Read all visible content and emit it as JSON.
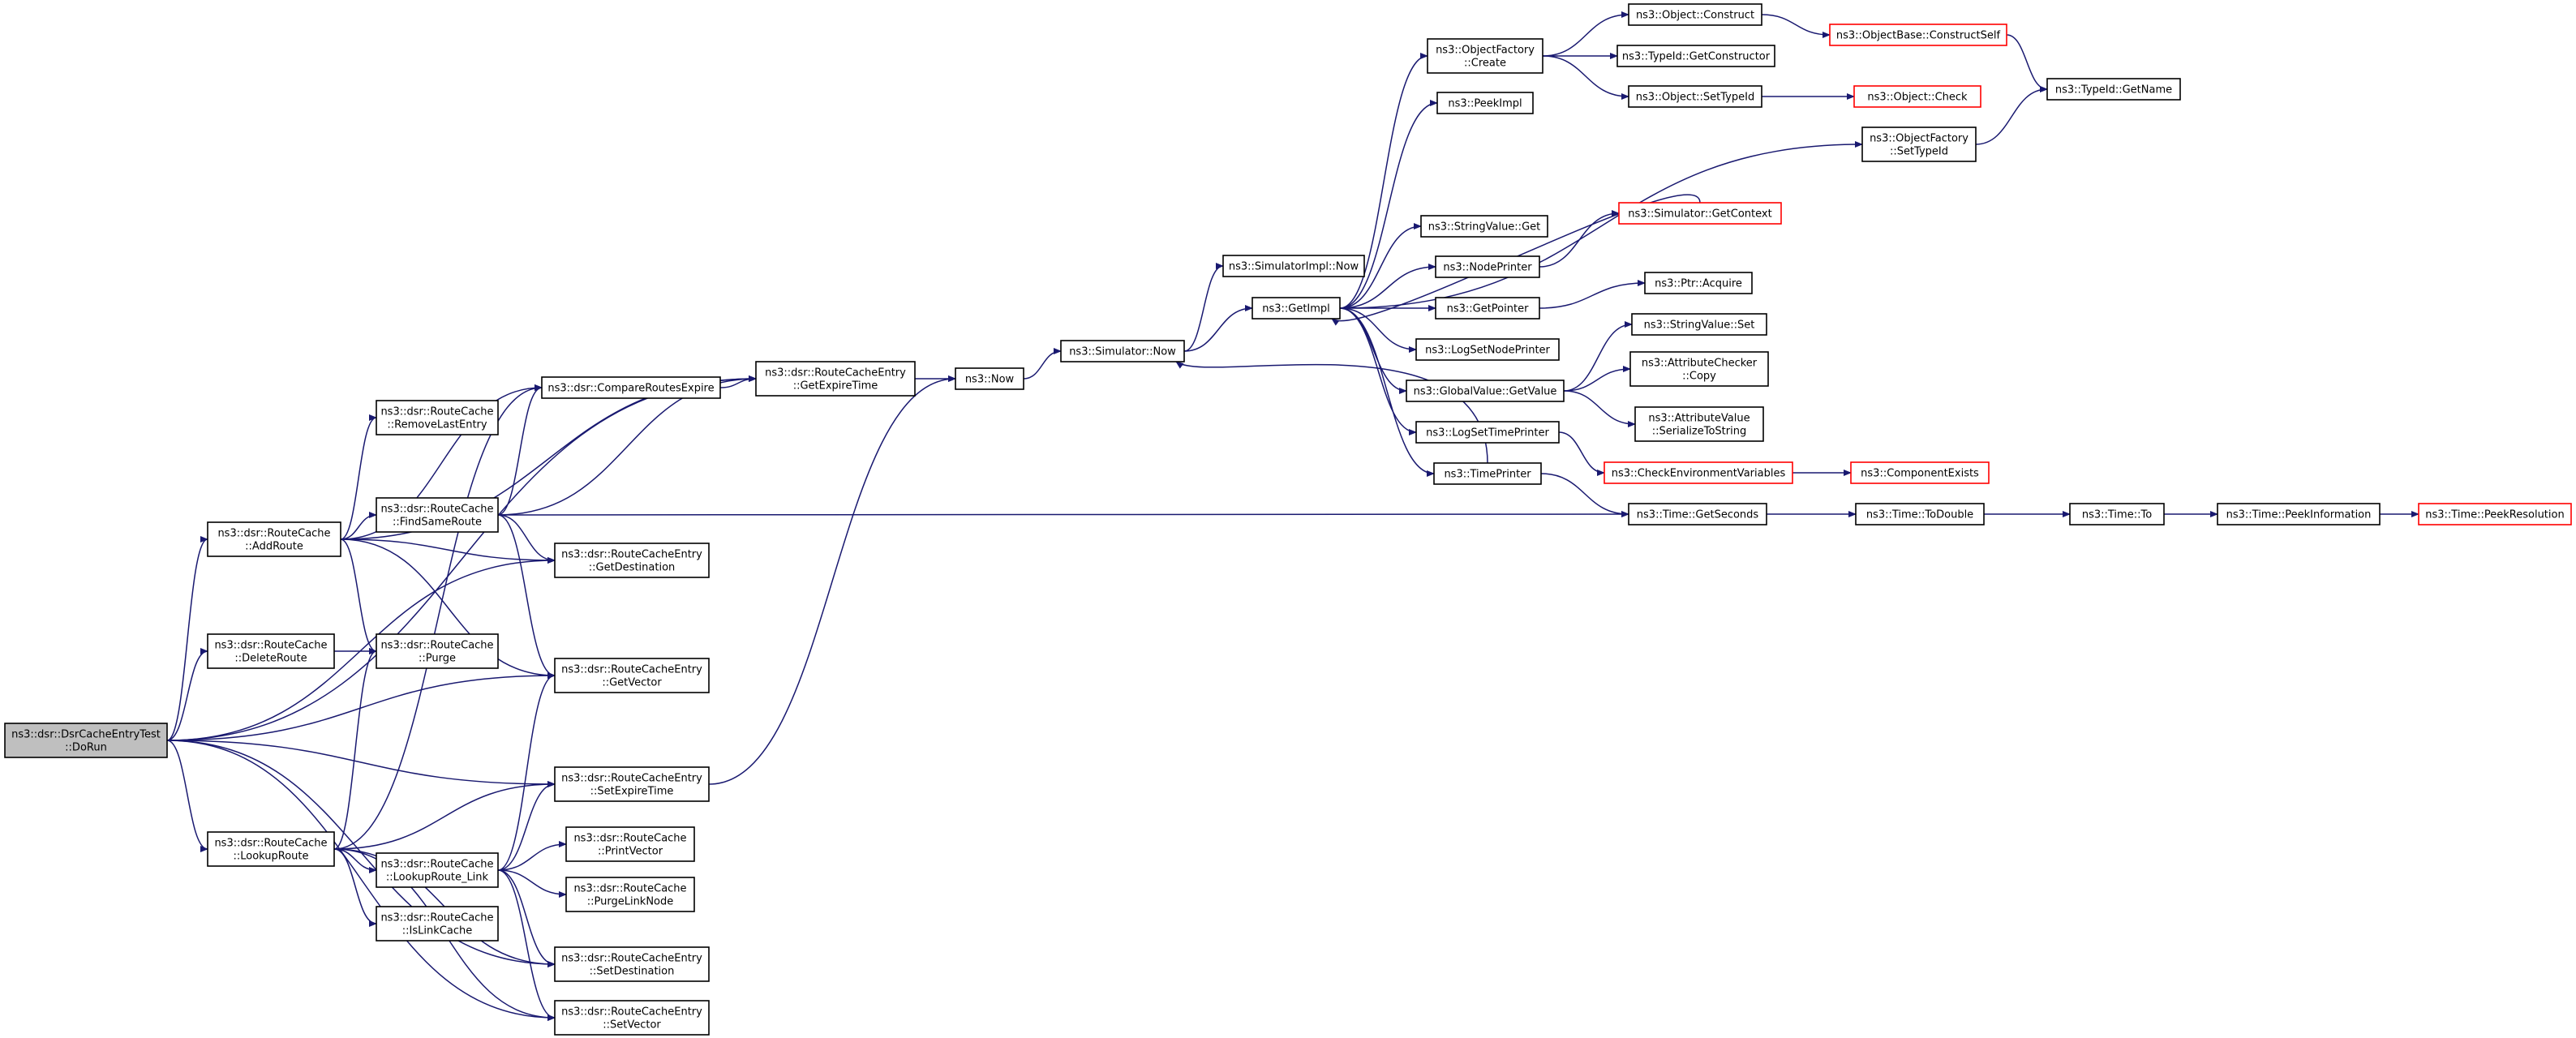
{
  "colors": {
    "edge": "#191970",
    "node_border": "#000000",
    "node_border_truncated": "#ff0000",
    "root_fill": "#bfbfbf",
    "node_fill": "#ffffff"
  },
  "graph": {
    "root": "dorun",
    "nodes": [
      {
        "id": "dorun",
        "lines": [
          "ns3::dsr::DsrCacheEntryTest",
          "::DoRun"
        ]
      },
      {
        "id": "addroute",
        "lines": [
          "ns3::dsr::RouteCache",
          "::AddRoute"
        ]
      },
      {
        "id": "deleteroute",
        "lines": [
          "ns3::dsr::RouteCache",
          "::DeleteRoute"
        ]
      },
      {
        "id": "lookuproute",
        "lines": [
          "ns3::dsr::RouteCache",
          "::LookupRoute"
        ]
      },
      {
        "id": "removelast",
        "lines": [
          "ns3::dsr::RouteCache",
          "::RemoveLastEntry"
        ]
      },
      {
        "id": "findsame",
        "lines": [
          "ns3::dsr::RouteCache",
          "::FindSameRoute"
        ]
      },
      {
        "id": "purge",
        "lines": [
          "ns3::dsr::RouteCache",
          "::Purge"
        ]
      },
      {
        "id": "lookuplink",
        "lines": [
          "ns3::dsr::RouteCache",
          "::LookupRoute_Link"
        ]
      },
      {
        "id": "islink",
        "lines": [
          "ns3::dsr::RouteCache",
          "::IsLinkCache"
        ]
      },
      {
        "id": "compare",
        "lines": [
          "ns3::dsr::CompareRoutesExpire"
        ]
      },
      {
        "id": "getdest",
        "lines": [
          "ns3::dsr::RouteCacheEntry",
          "::GetDestination"
        ]
      },
      {
        "id": "getvector",
        "lines": [
          "ns3::dsr::RouteCacheEntry",
          "::GetVector"
        ]
      },
      {
        "id": "setexpire",
        "lines": [
          "ns3::dsr::RouteCacheEntry",
          "::SetExpireTime"
        ]
      },
      {
        "id": "printvector",
        "lines": [
          "ns3::dsr::RouteCache",
          "::PrintVector"
        ]
      },
      {
        "id": "purgelink",
        "lines": [
          "ns3::dsr::RouteCache",
          "::PurgeLinkNode"
        ]
      },
      {
        "id": "setdest",
        "lines": [
          "ns3::dsr::RouteCacheEntry",
          "::SetDestination"
        ]
      },
      {
        "id": "setvector",
        "lines": [
          "ns3::dsr::RouteCacheEntry",
          "::SetVector"
        ]
      },
      {
        "id": "getexpire",
        "lines": [
          "ns3::dsr::RouteCacheEntry",
          "::GetExpireTime"
        ]
      },
      {
        "id": "now",
        "lines": [
          "ns3::Now"
        ]
      },
      {
        "id": "simnow",
        "lines": [
          "ns3::Simulator::Now"
        ]
      },
      {
        "id": "simimplnow",
        "lines": [
          "ns3::SimulatorImpl::Now"
        ]
      },
      {
        "id": "getimpl",
        "lines": [
          "ns3::GetImpl"
        ]
      },
      {
        "id": "ofcreate",
        "lines": [
          "ns3::ObjectFactory",
          "::Create"
        ]
      },
      {
        "id": "peekimpl",
        "lines": [
          "ns3::PeekImpl"
        ]
      },
      {
        "id": "strget",
        "lines": [
          "ns3::StringValue::Get"
        ]
      },
      {
        "id": "nodeprinter",
        "lines": [
          "ns3::NodePrinter"
        ]
      },
      {
        "id": "getpointer",
        "lines": [
          "ns3::GetPointer"
        ]
      },
      {
        "id": "lognodeprinter",
        "lines": [
          "ns3::LogSetNodePrinter"
        ]
      },
      {
        "id": "gvget",
        "lines": [
          "ns3::GlobalValue::GetValue"
        ]
      },
      {
        "id": "logtimeprinter",
        "lines": [
          "ns3::LogSetTimePrinter"
        ]
      },
      {
        "id": "timeprinter",
        "lines": [
          "ns3::TimePrinter"
        ]
      },
      {
        "id": "objconstruct",
        "lines": [
          "ns3::Object::Construct"
        ]
      },
      {
        "id": "getconstructor",
        "lines": [
          "ns3::TypeId::GetConstructor"
        ]
      },
      {
        "id": "objsettypeid",
        "lines": [
          "ns3::Object::SetTypeId"
        ]
      },
      {
        "id": "ofsettypeid",
        "lines": [
          "ns3::ObjectFactory",
          "::SetTypeId"
        ]
      },
      {
        "id": "getcontext",
        "lines": [
          "ns3::Simulator::GetContext"
        ],
        "truncated": true
      },
      {
        "id": "ptracquire",
        "lines": [
          "ns3::Ptr::Acquire"
        ]
      },
      {
        "id": "strset",
        "lines": [
          "ns3::StringValue::Set"
        ]
      },
      {
        "id": "attrcopy",
        "lines": [
          "ns3::AttributeChecker",
          "::Copy"
        ]
      },
      {
        "id": "attrser",
        "lines": [
          "ns3::AttributeValue",
          "::SerializeToString"
        ]
      },
      {
        "id": "checkenv",
        "lines": [
          "ns3::CheckEnvironmentVariables"
        ],
        "truncated": true
      },
      {
        "id": "getseconds",
        "lines": [
          "ns3::Time::GetSeconds"
        ]
      },
      {
        "id": "constructself",
        "lines": [
          "ns3::ObjectBase::ConstructSelf"
        ],
        "truncated": true
      },
      {
        "id": "objcheck",
        "lines": [
          "ns3::Object::Check"
        ],
        "truncated": true
      },
      {
        "id": "getname",
        "lines": [
          "ns3::TypeId::GetName"
        ]
      },
      {
        "id": "compexists",
        "lines": [
          "ns3::ComponentExists"
        ],
        "truncated": true
      },
      {
        "id": "todouble",
        "lines": [
          "ns3::Time::ToDouble"
        ]
      },
      {
        "id": "timeto",
        "lines": [
          "ns3::Time::To"
        ]
      },
      {
        "id": "peekinfo",
        "lines": [
          "ns3::Time::PeekInformation"
        ]
      },
      {
        "id": "peekres",
        "lines": [
          "ns3::Time::PeekResolution"
        ],
        "truncated": true
      }
    ],
    "edges": [
      [
        "dorun",
        "addroute"
      ],
      [
        "dorun",
        "deleteroute"
      ],
      [
        "dorun",
        "lookuproute"
      ],
      [
        "dorun",
        "getexpire"
      ],
      [
        "dorun",
        "getdest"
      ],
      [
        "dorun",
        "getvector"
      ],
      [
        "dorun",
        "setexpire"
      ],
      [
        "dorun",
        "setdest"
      ],
      [
        "dorun",
        "setvector"
      ],
      [
        "addroute",
        "getexpire"
      ],
      [
        "addroute",
        "compare"
      ],
      [
        "addroute",
        "removelast"
      ],
      [
        "addroute",
        "findsame"
      ],
      [
        "addroute",
        "getdest"
      ],
      [
        "addroute",
        "purge"
      ],
      [
        "addroute",
        "getvector"
      ],
      [
        "deleteroute",
        "purge"
      ],
      [
        "lookuproute",
        "compare"
      ],
      [
        "lookuproute",
        "purge"
      ],
      [
        "lookuproute",
        "setexpire"
      ],
      [
        "lookuproute",
        "lookuplink"
      ],
      [
        "lookuproute",
        "islink"
      ],
      [
        "lookuproute",
        "setdest"
      ],
      [
        "lookuproute",
        "setvector"
      ],
      [
        "findsame",
        "compare"
      ],
      [
        "findsame",
        "getexpire"
      ],
      [
        "findsame",
        "getdest"
      ],
      [
        "findsame",
        "getvector"
      ],
      [
        "findsame",
        "getseconds"
      ],
      [
        "lookuplink",
        "getvector"
      ],
      [
        "lookuplink",
        "setexpire"
      ],
      [
        "lookuplink",
        "printvector"
      ],
      [
        "lookuplink",
        "purgelink"
      ],
      [
        "lookuplink",
        "setdest"
      ],
      [
        "lookuplink",
        "setvector"
      ],
      [
        "compare",
        "getexpire"
      ],
      [
        "setexpire",
        "now"
      ],
      [
        "getexpire",
        "now"
      ],
      [
        "now",
        "simnow"
      ],
      [
        "simnow",
        "simimplnow"
      ],
      [
        "simnow",
        "getimpl"
      ],
      [
        "getimpl",
        "ofcreate"
      ],
      [
        "getimpl",
        "peekimpl"
      ],
      [
        "getimpl",
        "ofsettypeid"
      ],
      [
        "getimpl",
        "strget"
      ],
      [
        "getimpl",
        "nodeprinter"
      ],
      [
        "getimpl",
        "getpointer"
      ],
      [
        "getimpl",
        "lognodeprinter"
      ],
      [
        "getimpl",
        "gvget"
      ],
      [
        "getimpl",
        "logtimeprinter"
      ],
      [
        "getimpl",
        "timeprinter"
      ],
      [
        "ofcreate",
        "objconstruct"
      ],
      [
        "ofcreate",
        "getconstructor"
      ],
      [
        "ofcreate",
        "objsettypeid"
      ],
      [
        "objconstruct",
        "constructself"
      ],
      [
        "constructself",
        "getname"
      ],
      [
        "objsettypeid",
        "objcheck"
      ],
      [
        "ofsettypeid",
        "getname"
      ],
      [
        "getcontext",
        "getimpl"
      ],
      [
        "nodeprinter",
        "getcontext"
      ],
      [
        "getpointer",
        "ptracquire"
      ],
      [
        "gvget",
        "strset"
      ],
      [
        "gvget",
        "attrcopy"
      ],
      [
        "gvget",
        "attrser"
      ],
      [
        "logtimeprinter",
        "checkenv"
      ],
      [
        "checkenv",
        "compexists"
      ],
      [
        "timeprinter",
        "simnow"
      ],
      [
        "timeprinter",
        "getseconds"
      ],
      [
        "getseconds",
        "todouble"
      ],
      [
        "todouble",
        "timeto"
      ],
      [
        "timeto",
        "peekinfo"
      ],
      [
        "peekinfo",
        "peekres"
      ]
    ]
  }
}
